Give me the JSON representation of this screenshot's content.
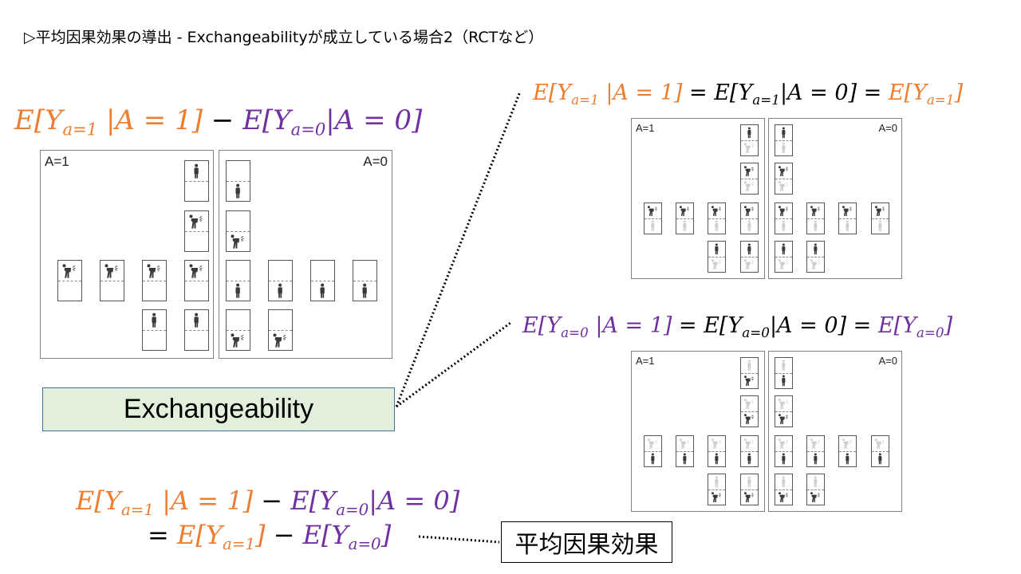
{
  "title": "▷平均因果効果の導出 - Exchangeabilityが成立している場合2（RCTなど）",
  "colors": {
    "treated": "#ED7D31",
    "untreated": "#7030A0",
    "neutral": "#000000",
    "faded": "#cfcfcf",
    "icon": "#3a3a3a"
  },
  "formulas": {
    "left": [
      {
        "t": "E[Y",
        "sub": "a=1",
        "post": " |A = 1]",
        "c": "treated"
      },
      {
        "t": " − ",
        "c": "neutral"
      },
      {
        "t": "E[Y",
        "sub": "a=0",
        "post": "|A = 0]",
        "c": "untreated"
      }
    ],
    "right_top": [
      {
        "t": "E[Y",
        "sub": "a=1",
        "post": " |A = 1]",
        "c": "treated"
      },
      {
        "t": " = E[Y",
        "sub": "a=1",
        "post": "|A = 0] = ",
        "c": "neutral"
      },
      {
        "t": "E[Y",
        "sub": "a=1",
        "post": "]",
        "c": "treated"
      }
    ],
    "right_bottom": [
      {
        "t": "E[Y",
        "sub": "a=0",
        "post": " |A = 1]",
        "c": "untreated"
      },
      {
        "t": " = E[Y",
        "sub": "a=0",
        "post": "|A = 0] = ",
        "c": "neutral"
      },
      {
        "t": "E[Y",
        "sub": "a=0",
        "post": "]",
        "c": "untreated"
      }
    ],
    "bottom_line1": [
      {
        "t": "E[Y",
        "sub": "a=1",
        "post": " |A = 1]",
        "c": "treated"
      },
      {
        "t": " − ",
        "c": "neutral"
      },
      {
        "t": "E[Y",
        "sub": "a=0",
        "post": "|A = 0]",
        "c": "untreated"
      }
    ],
    "bottom_line2": [
      {
        "t": "= ",
        "c": "neutral"
      },
      {
        "t": "E[Y",
        "sub": "a=1",
        "post": "]",
        "c": "treated"
      },
      {
        "t": " − ",
        "c": "neutral"
      },
      {
        "t": "E[Y",
        "sub": "a=0",
        "post": "]",
        "c": "untreated"
      }
    ]
  },
  "exchangeability_label": "Exchangeability",
  "ate_label": "平均因果効果",
  "groups": {
    "A1": {
      "label": "A=1",
      "people": [
        {
          "row": 0,
          "col": 3,
          "y1": "healthy",
          "y0": "sick"
        },
        {
          "row": 1,
          "col": 3,
          "y1": "sick",
          "y0": "sick"
        },
        {
          "row": 2,
          "col": 0,
          "y1": "sick",
          "y0": "healthy"
        },
        {
          "row": 2,
          "col": 1,
          "y1": "sick",
          "y0": "healthy"
        },
        {
          "row": 2,
          "col": 2,
          "y1": "sick",
          "y0": "healthy"
        },
        {
          "row": 2,
          "col": 3,
          "y1": "sick",
          "y0": "healthy"
        },
        {
          "row": 3,
          "col": 2,
          "y1": "healthy",
          "y0": "sick"
        },
        {
          "row": 3,
          "col": 3,
          "y1": "healthy",
          "y0": "sick"
        }
      ]
    },
    "A0": {
      "label": "A=0",
      "people": [
        {
          "row": 0,
          "col": 0,
          "y1": "healthy",
          "y0": "healthy"
        },
        {
          "row": 1,
          "col": 0,
          "y1": "sick",
          "y0": "sick"
        },
        {
          "row": 2,
          "col": 0,
          "y1": "sick",
          "y0": "healthy"
        },
        {
          "row": 2,
          "col": 1,
          "y1": "sick",
          "y0": "healthy"
        },
        {
          "row": 2,
          "col": 2,
          "y1": "sick",
          "y0": "healthy"
        },
        {
          "row": 2,
          "col": 3,
          "y1": "sick",
          "y0": "healthy"
        },
        {
          "row": 3,
          "col": 0,
          "y1": "healthy",
          "y0": "sick"
        },
        {
          "row": 3,
          "col": 1,
          "y1": "healthy",
          "y0": "sick"
        }
      ]
    }
  }
}
